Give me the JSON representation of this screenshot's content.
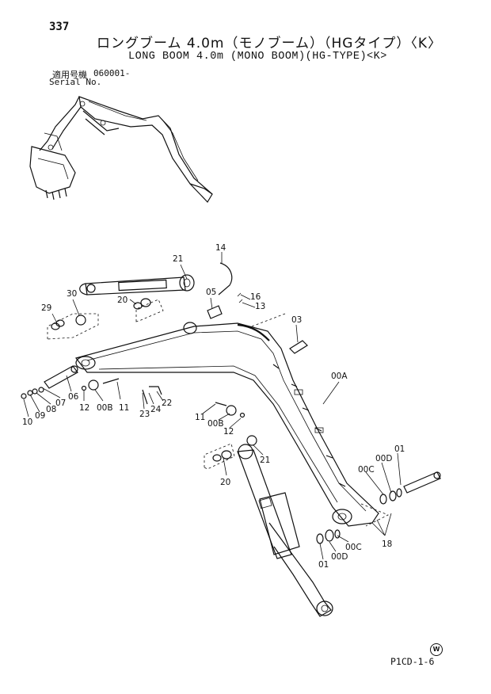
{
  "page": {
    "page_number": "337",
    "title_jp": "ロングブーム 4.0m（モノブーム）（HGタイプ）〈K〉",
    "title_en": "LONG BOOM 4.0m (MONO BOOM)(HG-TYPE)<K>",
    "serial_label_jp": "適用号機",
    "serial_value": "060001-",
    "serial_label_en": "Serial No.",
    "diagram_code": "P1CD-1-6",
    "watermark_symbol": "W"
  },
  "part_callouts": [
    "14",
    "21",
    "16",
    "13",
    "05",
    "20",
    "30",
    "29",
    "03",
    "00A",
    "01",
    "06",
    "07",
    "08",
    "09",
    "10",
    "12",
    "00B",
    "11",
    "22",
    "24",
    "23",
    "11",
    "00B",
    "12",
    "21",
    "20",
    "00C",
    "00D",
    "01",
    "00C",
    "00D",
    "01",
    "18"
  ]
}
